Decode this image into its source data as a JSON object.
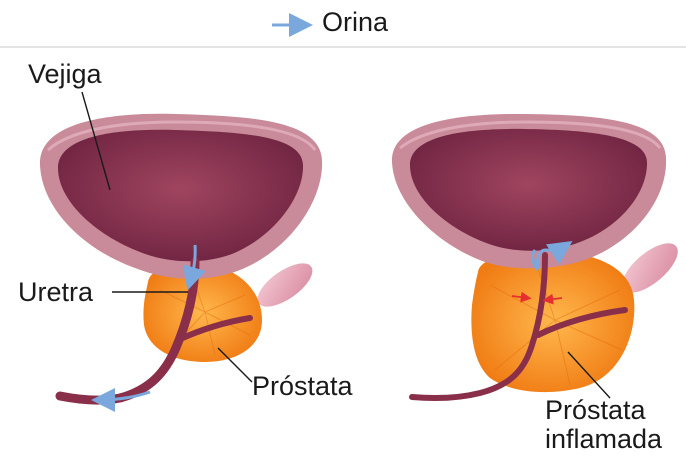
{
  "legend": {
    "label": "Orina",
    "arrow_color": "#7aa8dc"
  },
  "labels": {
    "bladder": "Vejiga",
    "urethra": "Uretra",
    "prostate": "Próstata",
    "inflamed_prostate_line1": "Próstata",
    "inflamed_prostate_line2": "inflamada"
  },
  "colors": {
    "bladder_outer": "#c17a8a",
    "bladder_inner": "#7d2e47",
    "prostate": "#f58a1f",
    "prostate_highlight": "#ffb347",
    "urethra": "#8a2f4a",
    "urine_flow": "#7aa8dc",
    "compression_arrows": "#e62e2e",
    "seminal_vesicle": "#e8a8b8",
    "divider": "#d9d9d9"
  },
  "panels": [
    {
      "state": "normal"
    },
    {
      "state": "inflamed"
    }
  ]
}
